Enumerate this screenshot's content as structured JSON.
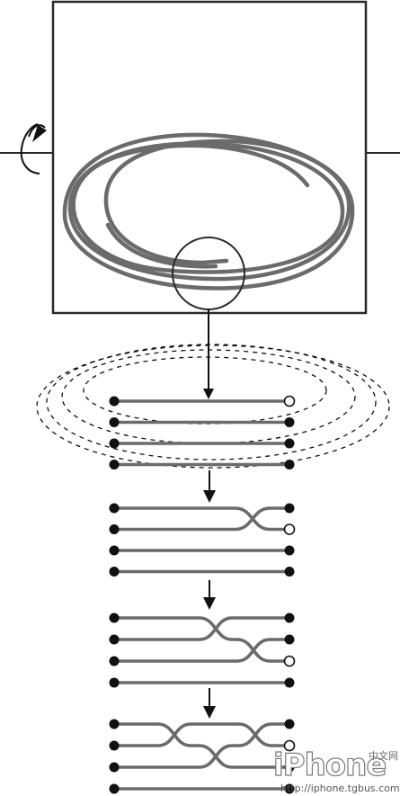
{
  "colors": {
    "wire": "#6b6b6b",
    "outline": "#2a2a2a",
    "pin": "#111111",
    "background": "#ffffff"
  },
  "icons": {
    "rotation": "rotation-arrow-icon",
    "flow": "down-arrow-icon"
  },
  "stages": [
    {
      "name": "stage-1-parallel",
      "open_pin": 1
    },
    {
      "name": "stage-2-first-crossing",
      "open_pin": 2
    },
    {
      "name": "stage-3-second-crossing",
      "open_pin": 3
    },
    {
      "name": "stage-4-third-crossing",
      "open_pin": 2
    }
  ],
  "watermark": {
    "brand": "iPhone",
    "cn": "中文网",
    "url": "http://iphone.tgbus.com/"
  }
}
